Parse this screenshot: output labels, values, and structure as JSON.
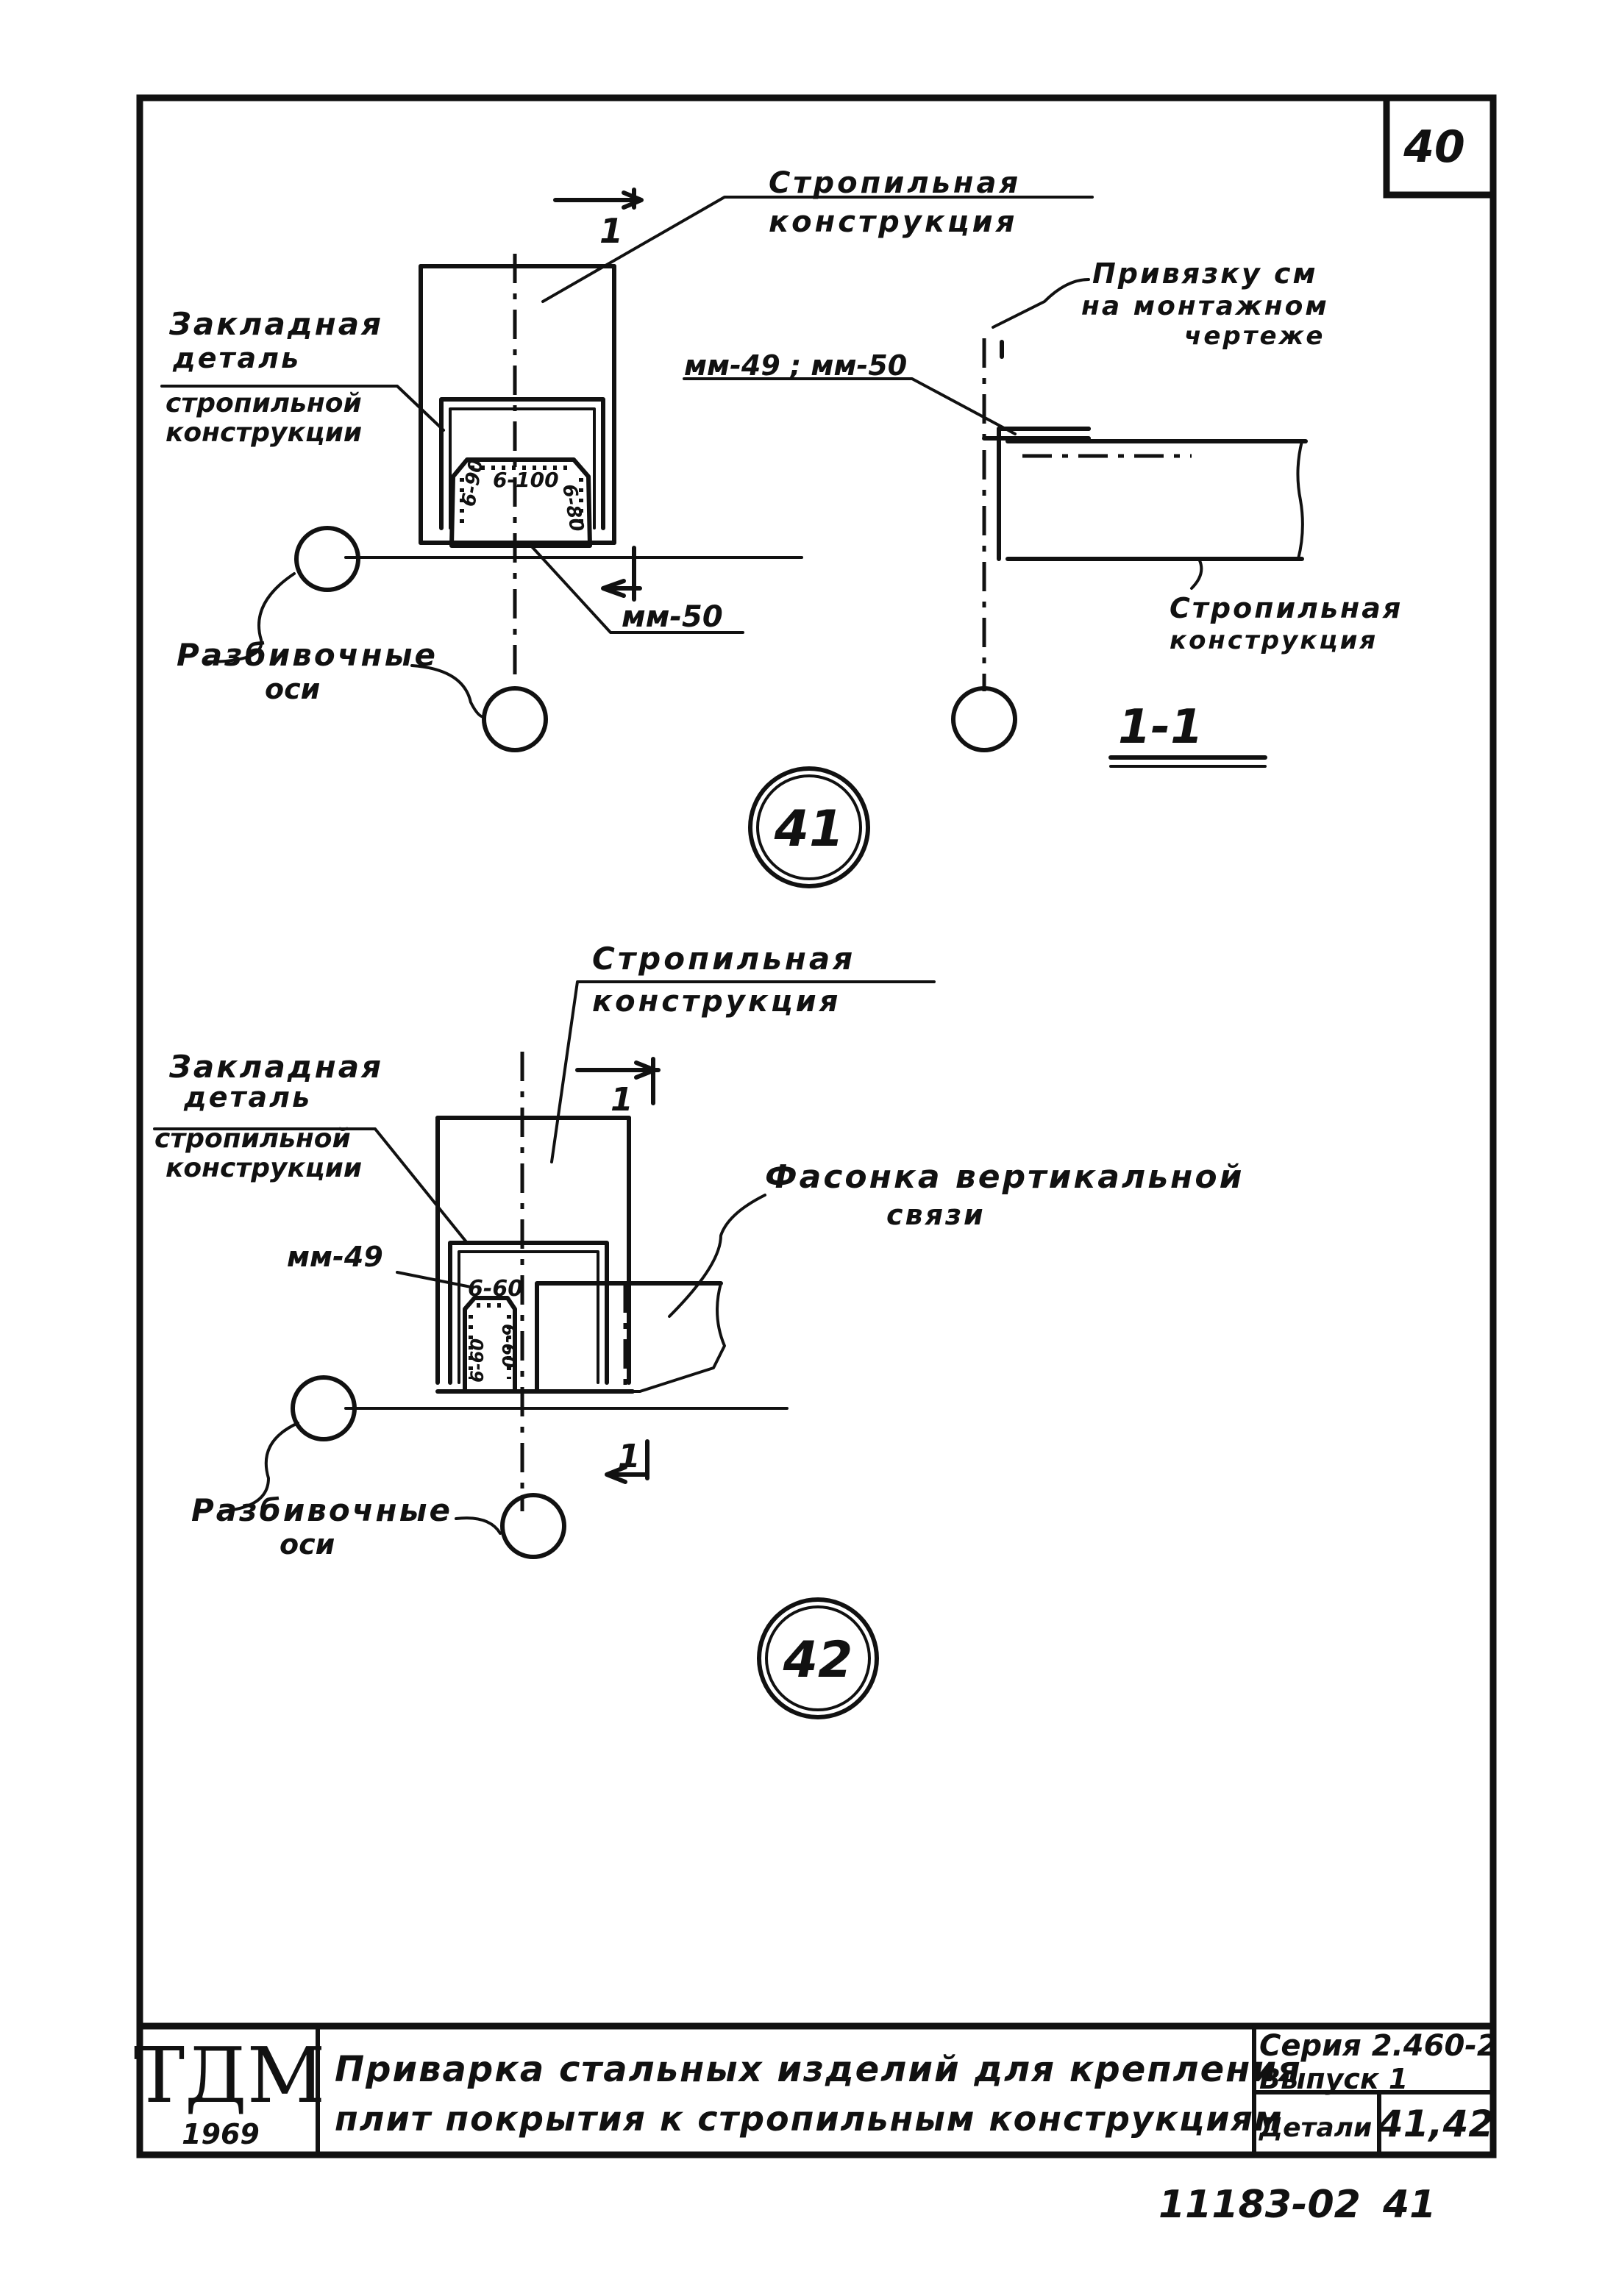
{
  "sheet": {
    "page_number": "40",
    "footer_code": "11183-02",
    "footer_page": "41"
  },
  "detail_41": {
    "number": "41",
    "rafter_structure": [
      "Стропильная",
      "конструкция"
    ],
    "embedded_part": [
      "Закладная",
      "деталь"
    ],
    "embedded_part_of": [
      "стропильной",
      "конструкции"
    ],
    "weld_left": "6-90",
    "weld_top": "6-100",
    "weld_right": "6-80",
    "part_mm50": "мм-50",
    "layout_axes": [
      "Разбивочные",
      "оси"
    ],
    "section_mark": "1",
    "section": {
      "label": "1-1",
      "binding_note": [
        "Привязку см",
        "на монтажном",
        "чертеже"
      ],
      "parts": "мм-49 ; мм-50",
      "rafter_structure": [
        "Стропильная",
        "конструкция"
      ]
    }
  },
  "detail_42": {
    "number": "42",
    "rafter_structure": [
      "Стропильная",
      "конструкция"
    ],
    "embedded_part": [
      "Закладная",
      "деталь"
    ],
    "embedded_part_of": [
      "стропильной",
      "конструкции"
    ],
    "gusset": [
      "Фасонка вертикальной",
      "связи"
    ],
    "part_mm49": "мм-49",
    "weld_top": "6-60",
    "weld_left": "6-60",
    "weld_right": "6-60",
    "layout_axes": [
      "Разбивочные",
      "оси"
    ],
    "section_mark": "1"
  },
  "title_block": {
    "org": "ТДМ",
    "year": "1969",
    "title_line1": "Приварка стальных изделий для крепления",
    "title_line2": "плит покрытия к стропильным конструкциям",
    "series": "Серия 2.460-2",
    "issue": "Выпуск 1",
    "details_label": "Детали",
    "details_value": "41,42"
  }
}
